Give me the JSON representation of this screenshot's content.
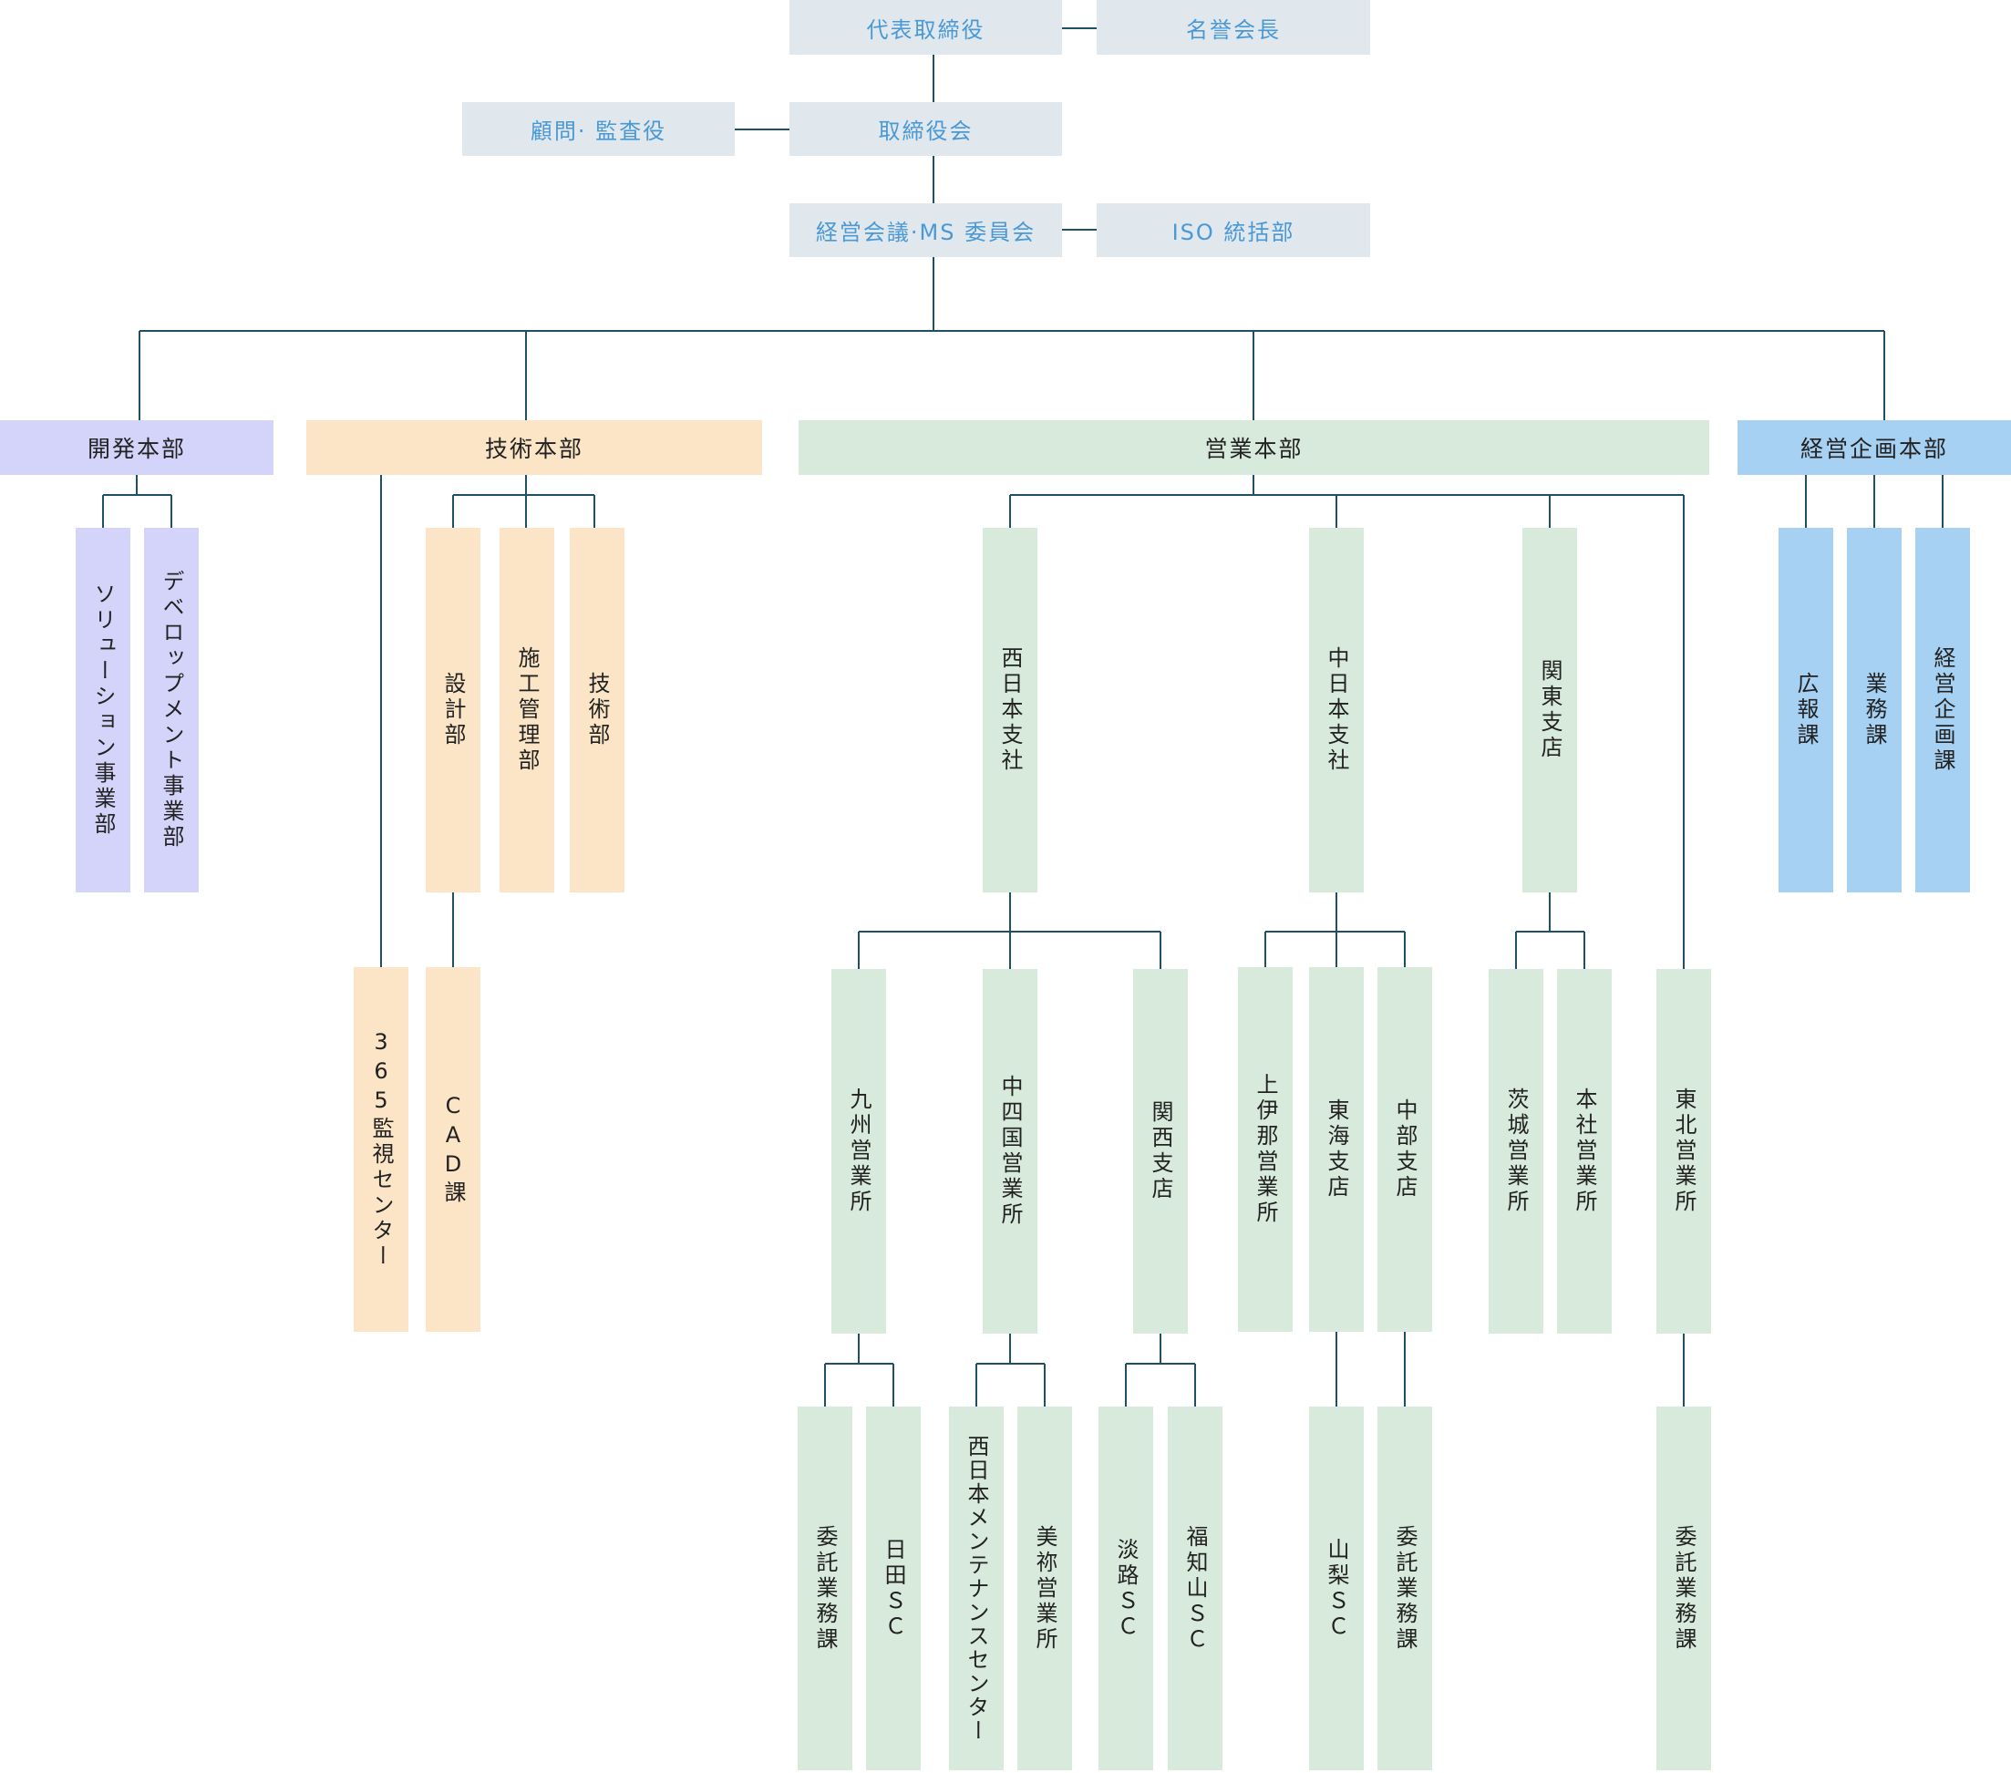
{
  "colors": {
    "line": "#1f5068",
    "top_bg": "#e0e8ee",
    "top_text": "#4a98d4",
    "development": "#d4d4fa",
    "technology": "#fbe5c6",
    "sales": "#d8eadb",
    "management": "#a7d1f3"
  },
  "top": {
    "ceo": "代表取締役",
    "honorary_chair": "名誉会長",
    "advisor_auditor": "顧問· 監査役",
    "board": "取締役会",
    "management_council": "経営会議·MS 委員会",
    "iso": "ISO 統括部"
  },
  "divisions": {
    "development": {
      "name": "開発本部",
      "depts": [
        "ソリューション事業部",
        "デベロップメント事業部"
      ]
    },
    "technology": {
      "name": "技術本部",
      "depts": [
        "設計部",
        "施工管理部",
        "技術部"
      ],
      "monitor_center": "365監視センター",
      "cad": "CAD課"
    },
    "sales": {
      "name": "営業本部",
      "west": {
        "name": "西日本支社",
        "kyushu": "九州営業所",
        "chushikoku": "中四国営業所",
        "kansai": "関西支店",
        "kyushu_subs": [
          "委託業務課",
          "日田ＳＣ"
        ],
        "chushikoku_subs": [
          "西日本メンテナンスセンター",
          "美祢営業所"
        ],
        "kansai_subs": [
          "淡路ＳＣ",
          "福知山ＳＣ"
        ]
      },
      "central": {
        "name": "中日本支社",
        "joiina": "上伊那営業所",
        "tokai": "東海支店",
        "chubu": "中部支店",
        "tokai_sub": "山梨ＳＣ",
        "chubu_sub": "委託業務課"
      },
      "kanto": {
        "name": "関東支店",
        "ibaraki": "茨城営業所",
        "honsha": "本社営業所"
      },
      "tohoku": {
        "name": "東北営業所",
        "sub": "委託業務課"
      }
    },
    "management": {
      "name": "経営企画本部",
      "depts": [
        "広報課",
        "業務課",
        "経営企画課"
      ]
    }
  }
}
